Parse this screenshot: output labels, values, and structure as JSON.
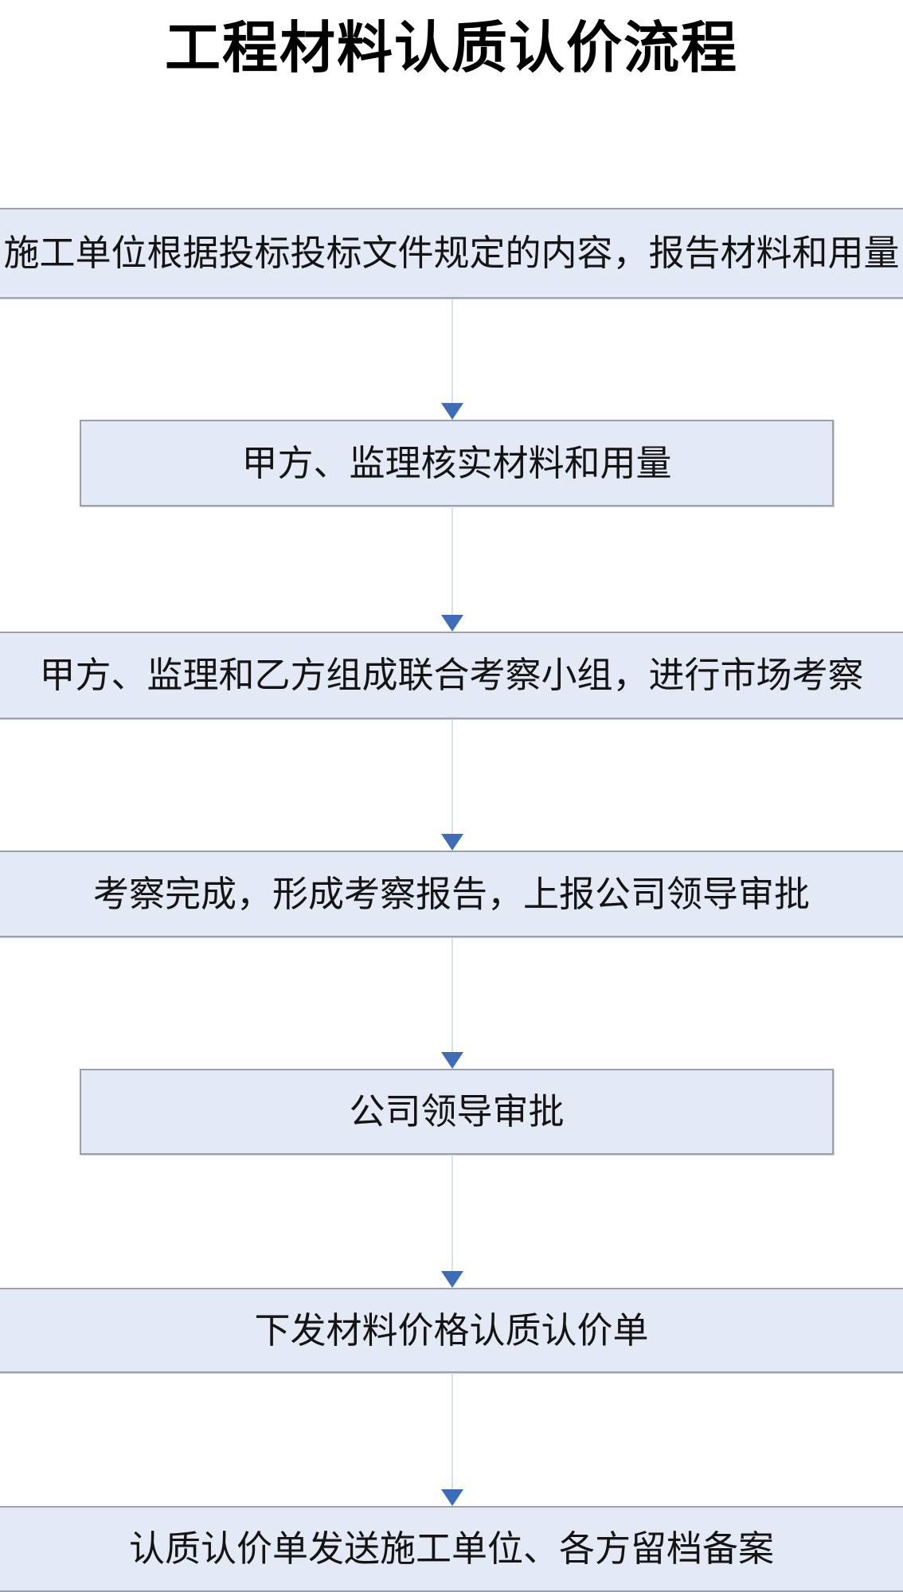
{
  "title": "工程材料认质认价流程",
  "flow": {
    "steps": [
      {
        "label": "施工单位根据投标投标文件规定的内容，报告材料和用量"
      },
      {
        "label": "甲方、监理核实材料和用量"
      },
      {
        "label": "甲方、监理和乙方组成联合考察小组，进行市场考察"
      },
      {
        "label": "考察完成，形成考察报告，上报公司领导审批"
      },
      {
        "label": "公司领导审批"
      },
      {
        "label": "下发材料价格认质认价单"
      },
      {
        "label": "认质认价单发送施工单位、各方留档备案"
      }
    ],
    "colors": {
      "box_fill": "#e3e9f5",
      "box_border": "#9aa1ab",
      "arrow_head": "#3e6cb8",
      "connector_line": "#d6e2e9"
    }
  }
}
